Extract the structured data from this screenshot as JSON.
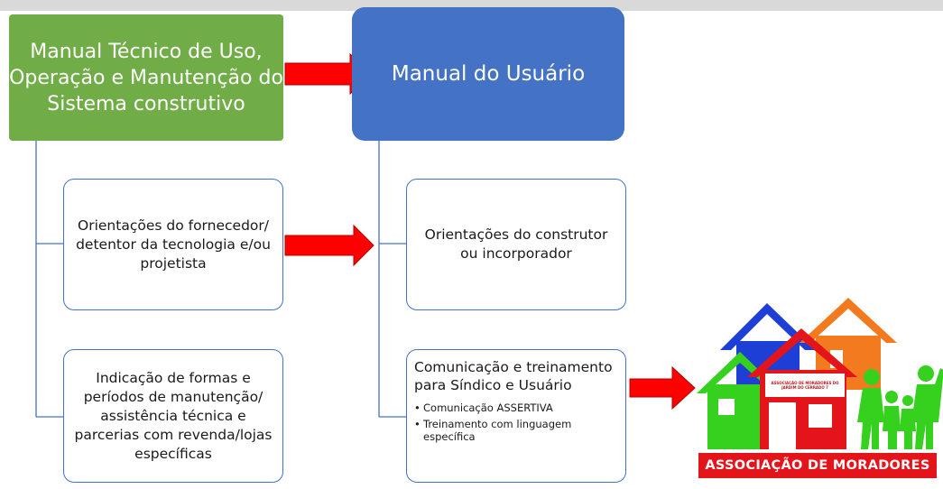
{
  "left_column": {
    "header": "Manual Técnico de Uso, Operação e Manutenção do Sistema construtivo",
    "box1": "Orientações do fornecedor/ detentor da tecnologia e/ou projetista",
    "box2": "Indicação de formas e períodos de manutenção/ assistência técnica e parcerias com revenda/lojas específicas"
  },
  "right_column": {
    "header": "Manual do Usuário",
    "box1": "Orientações do construtor ou incorporador",
    "box2": {
      "title": "Comunicação e treinamento para Síndico e Usuário",
      "bullets": [
        "Comunicação ASSERTIVA",
        "Treinamento com linguagem específica"
      ]
    }
  },
  "logo": {
    "banner": "ASSOCIAÇÃO DE MORADORES",
    "sign": "ASSOCIAÇÃO DE MORADORES DO JARDIM DO CERRADO 7"
  },
  "colors": {
    "green": "#70ad47",
    "blue": "#4472c4",
    "arrow_red": "#ff0000"
  }
}
